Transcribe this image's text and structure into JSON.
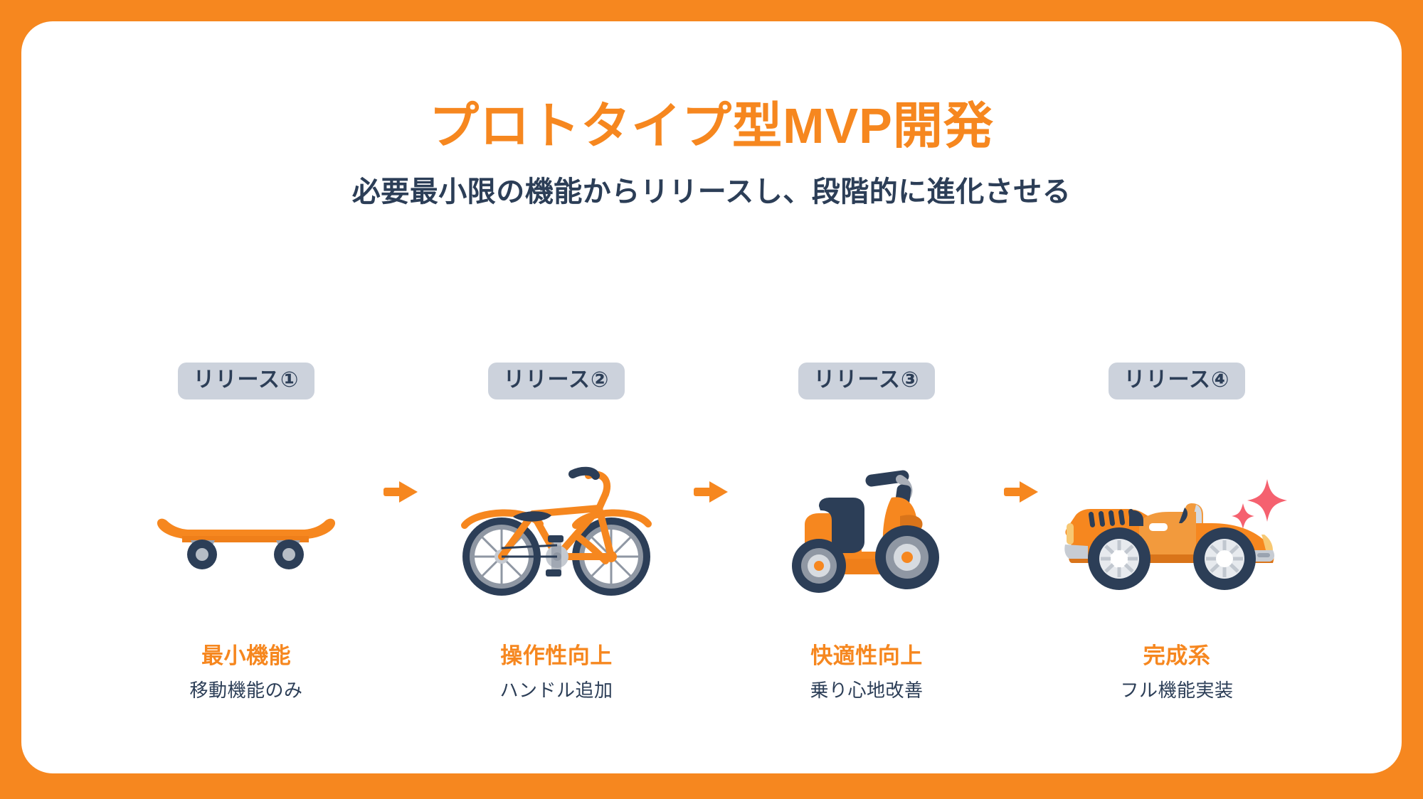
{
  "theme": {
    "border_color": "#F6871F",
    "accent_orange": "#F6871F",
    "navy": "#2C3E57",
    "badge_bg": "#CCD2DC",
    "sparkle_pink": "#F5616F",
    "card_bg": "#FFFFFF"
  },
  "header": {
    "title": "プロトタイプ型MVP開発",
    "subtitle": "必要最小限の機能からリリースし、段階的に進化させる"
  },
  "arrows": {
    "icon": "arrow-right-icon",
    "count": 3
  },
  "stages": [
    {
      "badge": "リリース①",
      "icon": "skateboard-icon",
      "title": "最小機能",
      "subtitle": "移動機能のみ"
    },
    {
      "badge": "リリース②",
      "icon": "bicycle-icon",
      "title": "操作性向上",
      "subtitle": "ハンドル追加"
    },
    {
      "badge": "リリース③",
      "icon": "scooter-icon",
      "title": "快適性向上",
      "subtitle": "乗り心地改善"
    },
    {
      "badge": "リリース④",
      "icon": "convertible-car-icon",
      "title": "完成系",
      "subtitle": "フル機能実装"
    }
  ]
}
